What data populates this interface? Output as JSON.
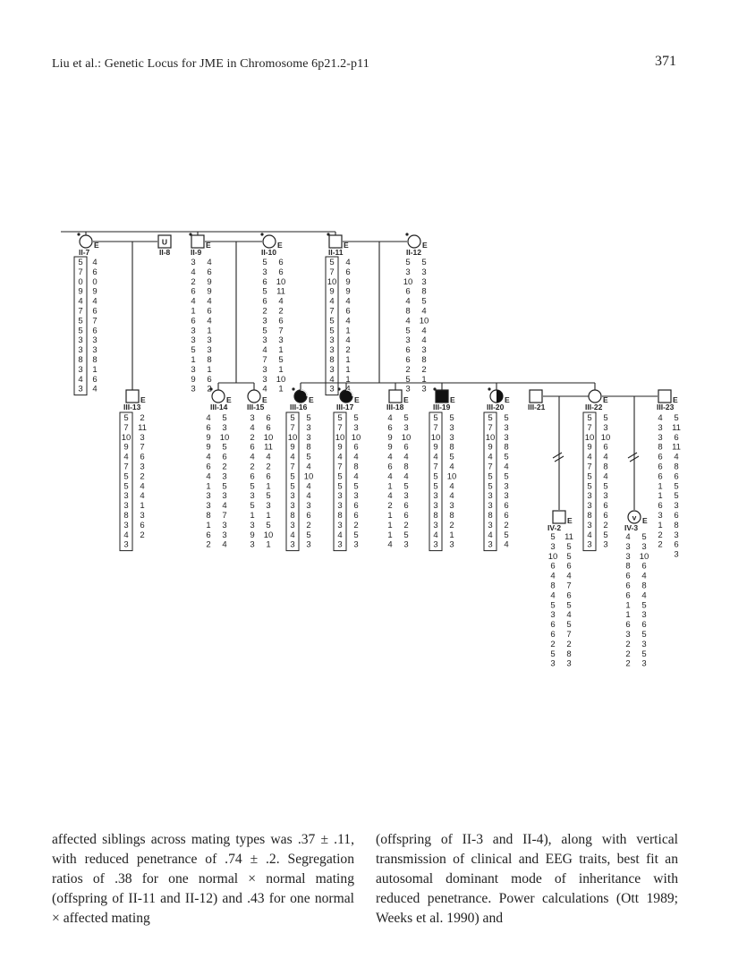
{
  "header": {
    "running_head": "Liu et al.: Genetic Locus for JME in Chromosome 6p21.2-p11",
    "page_number": "371"
  },
  "pedigree": {
    "individuals": [
      {
        "id": "II-7",
        "label": "II-7",
        "sex": "female",
        "status": "unaffected",
        "eeg": "E",
        "proband": true,
        "cols": [
          [
            "5",
            "7",
            "0",
            "9",
            "4",
            "7",
            "5",
            "5",
            "3",
            "3",
            "8",
            "3",
            "4",
            "3"
          ],
          [
            "4",
            "6",
            "0",
            "9",
            "4",
            "6",
            "7",
            "6",
            "3",
            "3",
            "8",
            "1",
            "6",
            "4"
          ]
        ],
        "boxed": [
          0
        ]
      },
      {
        "id": "II-8",
        "label": "II-8",
        "sex": "male",
        "status": "unknown",
        "symbol_text": "U",
        "eeg": "",
        "cols": [],
        "boxed": []
      },
      {
        "id": "II-9",
        "label": "II-9",
        "sex": "male",
        "status": "unaffected",
        "eeg": "E",
        "proband": true,
        "cols": [
          [
            "3",
            "4",
            "2",
            "6",
            "4",
            "1",
            "6",
            "3",
            "3",
            "5",
            "1",
            "3",
            "9",
            "3"
          ],
          [
            "4",
            "6",
            "9",
            "9",
            "4",
            "6",
            "4",
            "1",
            "3",
            "3",
            "8",
            "1",
            "6",
            "2"
          ]
        ],
        "boxed": []
      },
      {
        "id": "II-10",
        "label": "II-10",
        "sex": "female",
        "status": "unaffected",
        "eeg": "E",
        "proband": true,
        "cols": [
          [
            "5",
            "3",
            "6",
            "5",
            "6",
            "2",
            "3",
            "5",
            "3",
            "4",
            "7",
            "3",
            "3",
            "4"
          ],
          [
            "6",
            "6",
            "10",
            "11",
            "4",
            "2",
            "6",
            "7",
            "3",
            "1",
            "5",
            "1",
            "10",
            "1"
          ]
        ],
        "boxed": []
      },
      {
        "id": "II-11",
        "label": "II-11",
        "sex": "male",
        "status": "unaffected",
        "eeg": "E",
        "proband": true,
        "cols": [
          [
            "5",
            "7",
            "10",
            "9",
            "4",
            "7",
            "5",
            "5",
            "3",
            "3",
            "8",
            "3",
            "4",
            "3"
          ],
          [
            "4",
            "6",
            "9",
            "9",
            "4",
            "6",
            "4",
            "1",
            "4",
            "2",
            "1",
            "1",
            "1",
            "4"
          ]
        ],
        "boxed": [
          0
        ]
      },
      {
        "id": "II-12",
        "label": "II-12",
        "sex": "female",
        "status": "unaffected",
        "eeg": "E",
        "proband": true,
        "cols": [
          [
            "5",
            "3",
            "10",
            "6",
            "4",
            "8",
            "4",
            "5",
            "3",
            "6",
            "6",
            "2",
            "5",
            "3"
          ],
          [
            "5",
            "3",
            "3",
            "8",
            "5",
            "4",
            "10",
            "4",
            "4",
            "3",
            "8",
            "2",
            "1",
            "3"
          ]
        ],
        "boxed": []
      },
      {
        "id": "III-13",
        "label": "III-13",
        "sex": "male",
        "status": "unaffected",
        "eeg": "E",
        "cols": [
          [
            "5",
            "7",
            "10",
            "9",
            "4",
            "7",
            "5",
            "5",
            "3",
            "3",
            "8",
            "3",
            "4",
            "3"
          ],
          [
            "2",
            "11",
            "3",
            "7",
            "6",
            "3",
            "2",
            "4",
            "4",
            "1",
            "3",
            "6",
            "2"
          ]
        ],
        "boxed": [
          0
        ]
      },
      {
        "id": "III-14",
        "label": "III-14",
        "sex": "female",
        "status": "unaffected",
        "eeg": "E",
        "proband": true,
        "cols": [
          [
            "4",
            "6",
            "9",
            "9",
            "4",
            "6",
            "4",
            "1",
            "3",
            "3",
            "8",
            "1",
            "6",
            "2"
          ],
          [
            "5",
            "3",
            "10",
            "5",
            "6",
            "2",
            "3",
            "5",
            "3",
            "4",
            "7",
            "3",
            "3",
            "4"
          ]
        ],
        "boxed": []
      },
      {
        "id": "III-15",
        "label": "III-15",
        "sex": "female",
        "status": "unaffected",
        "eeg": "E",
        "cols": [
          [
            "3",
            "4",
            "2",
            "6",
            "4",
            "2",
            "6",
            "5",
            "3",
            "5",
            "1",
            "3",
            "9",
            "3"
          ],
          [
            "6",
            "6",
            "10",
            "11",
            "4",
            "2",
            "6",
            "1",
            "5",
            "3",
            "1",
            "5",
            "10",
            "1"
          ]
        ],
        "boxed": []
      },
      {
        "id": "III-16",
        "label": "III-16",
        "sex": "female",
        "status": "affected",
        "eeg": "E",
        "proband": true,
        "cols": [
          [
            "5",
            "7",
            "10",
            "9",
            "4",
            "7",
            "5",
            "5",
            "3",
            "3",
            "8",
            "3",
            "4",
            "3"
          ],
          [
            "5",
            "3",
            "3",
            "8",
            "5",
            "4",
            "10",
            "4",
            "4",
            "3",
            "6",
            "2",
            "5",
            "3"
          ]
        ],
        "boxed": [
          0
        ]
      },
      {
        "id": "III-17",
        "label": "III-17",
        "sex": "female",
        "status": "affected",
        "eeg": "E",
        "proband": true,
        "cols": [
          [
            "5",
            "7",
            "10",
            "9",
            "4",
            "7",
            "5",
            "5",
            "3",
            "3",
            "8",
            "3",
            "4",
            "3"
          ],
          [
            "5",
            "3",
            "10",
            "6",
            "4",
            "8",
            "4",
            "5",
            "3",
            "6",
            "6",
            "2",
            "5",
            "3"
          ]
        ],
        "boxed": [
          0
        ]
      },
      {
        "id": "III-18",
        "label": "III-18",
        "sex": "male",
        "status": "unaffected",
        "eeg": "E",
        "cols": [
          [
            "4",
            "6",
            "9",
            "9",
            "4",
            "6",
            "4",
            "1",
            "4",
            "2",
            "1",
            "1",
            "1",
            "4"
          ],
          [
            "5",
            "3",
            "10",
            "6",
            "4",
            "8",
            "4",
            "5",
            "3",
            "6",
            "6",
            "2",
            "5",
            "3"
          ]
        ],
        "boxed": []
      },
      {
        "id": "III-19",
        "label": "III-19",
        "sex": "male",
        "status": "affected",
        "eeg": "E",
        "proband": true,
        "cols": [
          [
            "5",
            "7",
            "10",
            "9",
            "4",
            "7",
            "5",
            "5",
            "3",
            "3",
            "8",
            "3",
            "4",
            "3"
          ],
          [
            "5",
            "3",
            "3",
            "8",
            "5",
            "4",
            "10",
            "4",
            "4",
            "3",
            "8",
            "2",
            "1",
            "3"
          ]
        ],
        "boxed": [
          0
        ]
      },
      {
        "id": "III-20",
        "label": "III-20",
        "sex": "female",
        "status": "half-affected",
        "eeg": "E",
        "proband": true,
        "cols": [
          [
            "5",
            "7",
            "10",
            "9",
            "4",
            "7",
            "5",
            "5",
            "3",
            "3",
            "8",
            "3",
            "4",
            "3"
          ],
          [
            "5",
            "3",
            "3",
            "8",
            "5",
            "4",
            "5",
            "3",
            "3",
            "6",
            "6",
            "2",
            "5",
            "4"
          ]
        ],
        "boxed": [
          0
        ]
      },
      {
        "id": "III-21",
        "label": "III-21",
        "sex": "male",
        "status": "unaffected",
        "eeg": "",
        "cols": [],
        "boxed": []
      },
      {
        "id": "III-22",
        "label": "III-22",
        "sex": "female",
        "status": "unaffected",
        "eeg": "E",
        "cols": [
          [
            "5",
            "7",
            "10",
            "9",
            "4",
            "7",
            "5",
            "5",
            "3",
            "3",
            "8",
            "3",
            "4",
            "3"
          ],
          [
            "5",
            "3",
            "10",
            "6",
            "4",
            "8",
            "4",
            "5",
            "3",
            "6",
            "6",
            "2",
            "5",
            "3"
          ]
        ],
        "boxed": [
          0
        ]
      },
      {
        "id": "III-23",
        "label": "III-23",
        "sex": "male",
        "status": "unaffected",
        "eeg": "E",
        "cols": [
          [
            "4",
            "3",
            "3",
            "8",
            "6",
            "6",
            "6",
            "1",
            "1",
            "6",
            "3",
            "1",
            "2",
            "2"
          ],
          [
            "5",
            "11",
            "6",
            "11",
            "4",
            "8",
            "6",
            "5",
            "5",
            "3",
            "6",
            "8",
            "3",
            "6",
            "3"
          ]
        ],
        "boxed": []
      },
      {
        "id": "IV-2",
        "label": "IV-2",
        "sex": "male",
        "status": "unaffected",
        "eeg": "E",
        "cols": [
          [
            "5",
            "3",
            "10",
            "6",
            "4",
            "8",
            "4",
            "5",
            "3",
            "6",
            "6",
            "2",
            "5",
            "3"
          ],
          [
            "11",
            "5",
            "5",
            "6",
            "4",
            "7",
            "6",
            "5",
            "4",
            "5",
            "7",
            "2",
            "8",
            "3"
          ]
        ],
        "boxed": []
      },
      {
        "id": "IV-3",
        "label": "IV-3",
        "sex": "female",
        "status": "unaffected",
        "symbol_text": "v",
        "eeg": "E",
        "cols": [
          [
            "4",
            "3",
            "3",
            "8",
            "6",
            "6",
            "6",
            "1",
            "1",
            "6",
            "3",
            "2",
            "2",
            "2"
          ],
          [
            "5",
            "3",
            "10",
            "6",
            "4",
            "8",
            "4",
            "5",
            "3",
            "6",
            "5",
            "3",
            "5",
            "3"
          ]
        ],
        "boxed": []
      }
    ]
  },
  "body": {
    "left_paragraph": "affected siblings across mating types was .37 ± .11, with reduced penetrance of .74 ± .2. Segregation ratios of .38 for one normal × normal mating (offspring of II-11 and II-12) and .43 for one normal × affected mating",
    "right_paragraph": "(offspring of II-3 and II-4), along with vertical transmission of clinical and EEG traits, best fit an autosomal dominant mode of inheritance with reduced penetrance. Power calculations (Ott 1989; Weeks et al. 1990) and"
  }
}
